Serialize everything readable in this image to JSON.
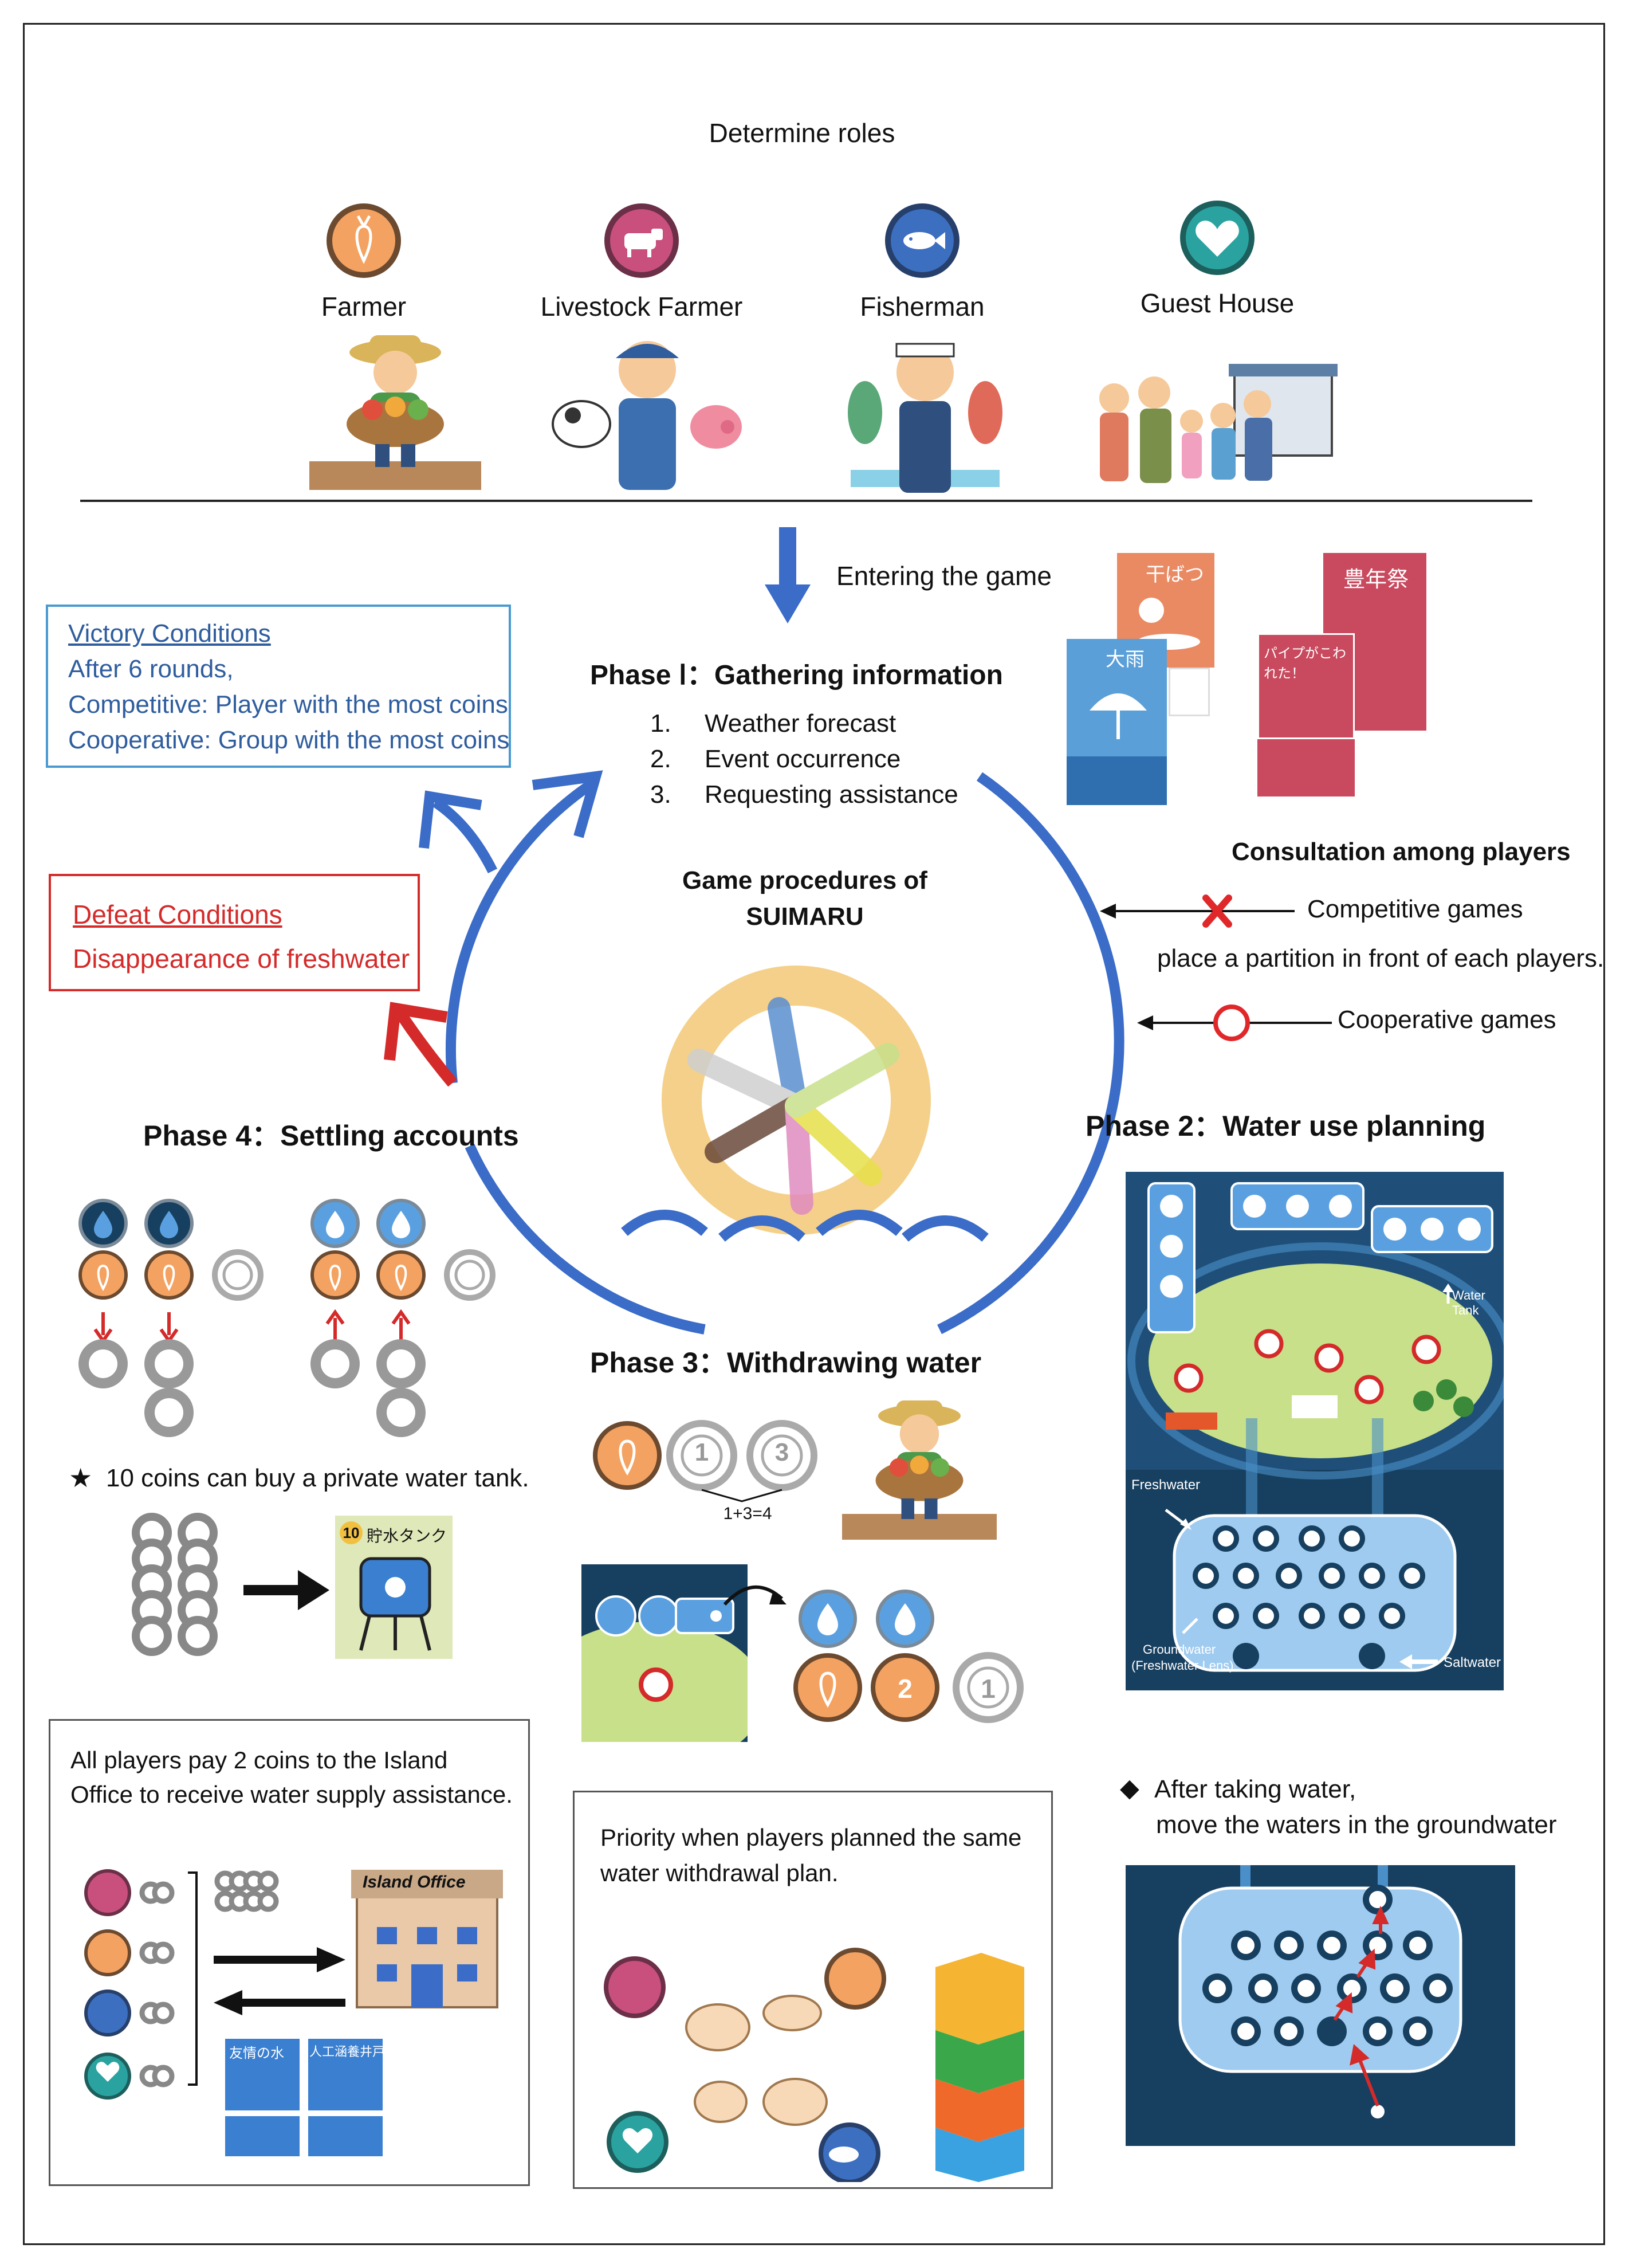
{
  "header": {
    "title": "Determine roles"
  },
  "roles": [
    {
      "name": "Farmer",
      "color": "#f4a261",
      "icon": "carrot-icon"
    },
    {
      "name": "Livestock Farmer",
      "color": "#c94f7c",
      "icon": "cow-icon"
    },
    {
      "name": "Fisherman",
      "color": "#3c6fc0",
      "icon": "fish-icon"
    },
    {
      "name": "Guest House",
      "color": "#2aa3a0",
      "icon": "heart-icon"
    }
  ],
  "flow": {
    "entering": "Entering the game"
  },
  "center": {
    "title_line1": "Game procedures of",
    "title_line2": "SUIMARU"
  },
  "phase1": {
    "title": "Phase Ⅰ：Gathering information",
    "steps": [
      "Weather forecast",
      "Event occurrence",
      "Requesting assistance"
    ],
    "step_numbers": [
      "1.",
      "2.",
      "3."
    ]
  },
  "phase2": {
    "title": "Phase 2：Water use planning"
  },
  "phase3": {
    "title": "Phase 3：Withdrawing water",
    "sum_label": "1+3=4"
  },
  "phase4": {
    "title": "Phase 4：Settling accounts"
  },
  "victory": {
    "title": "Victory Conditions",
    "lines": [
      "After 6 rounds,",
      "Competitive: Player with the most coins",
      "Cooperative: Group with the most coins"
    ]
  },
  "defeat": {
    "title": "Defeat Conditions",
    "line": "Disappearance of freshwater"
  },
  "consultation": {
    "title": "Consultation among players",
    "competitive": "Competitive games",
    "partition": "place a partition in front of each players.",
    "cooperative": "Cooperative games"
  },
  "tank_note": {
    "star": "★",
    "text": "10 coins can buy a private water tank.",
    "tank_label": "貯水タンク",
    "tank_price": "10"
  },
  "map_labels": {
    "water_tank": "Water Tank",
    "freshwater": "Freshwater",
    "groundwater": "Groundwater",
    "groundwater_sub": "(Freshwater Lens)",
    "saltwater": "Saltwater"
  },
  "assistance": {
    "text_line1": "All players pay 2 coins to the Island",
    "text_line2": "Office to receive water supply assistance.",
    "office_label": "Island Office",
    "card1_label": "友情の水",
    "card2_label": "人工涵養井戸"
  },
  "priority": {
    "text_line1": "Priority when players planned the same",
    "text_line2": "water withdrawal plan."
  },
  "after_water": {
    "bullet": "◆",
    "line1": "After taking water,",
    "line2": "move the waters in the groundwater"
  },
  "cards": {
    "drought": "干ばつ",
    "heavy_rain": "大雨",
    "harvest_festival": "豊年祭",
    "pipe_broken": "パイプがこわれた！"
  },
  "coin_values": {
    "one": "1",
    "two": "2",
    "three": "3"
  },
  "colors": {
    "blue_arrow": "#3a6cc8",
    "victory_blue": "#2f5d9e",
    "defeat_red": "#d42a2a",
    "map_dark": "#173f5f",
    "lens_blue": "#9fcbf0",
    "card_salmon": "#e98a63",
    "card_rose": "#c9495e"
  }
}
